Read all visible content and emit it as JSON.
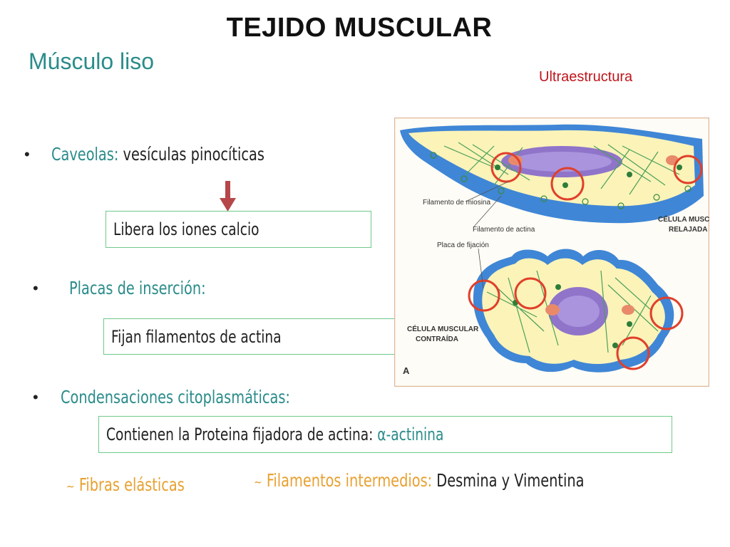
{
  "slide": {
    "title": "TEJIDO MUSCULAR",
    "subtitle": "Músculo liso",
    "ultra_label": "Ultraestructura"
  },
  "items": {
    "caveolas": {
      "bullet": "•",
      "term": "Caveolas:",
      "desc": " vesículas pinocíticas"
    },
    "caveolas_box": "Libera los iones calcio",
    "placas": {
      "bullet": "•",
      "term": "Placas de inserción:"
    },
    "placas_box": "Fijan filamentos de actina",
    "condensaciones": {
      "bullet": "•",
      "term": "Condensaciones citoplasmáticas:"
    },
    "cond_box": {
      "text": "Contienen la Proteina fijadora de actina: ",
      "highlight": "α-actinina"
    },
    "fibras": {
      "marker": "~",
      "text": "Fibras elásticas"
    },
    "filamentos": {
      "marker": "~",
      "term": "Filamentos intermedios:",
      "desc": " Desmina y Vimentina"
    }
  },
  "diagram": {
    "labels": {
      "miosina": "Filamento de miosina",
      "actina": "Filamento de actina",
      "relajada_1": "CÉLULA MUSCULAR",
      "relajada_2": "RELAJADA",
      "fijacion": "Placa de fijación",
      "contraida_1": "CÉLULA MUSCULAR",
      "contraida_2": "CONTRAÍDA",
      "panel": "A"
    }
  },
  "colors": {
    "teal": "#2a8c8a",
    "red": "#c0151b",
    "orange": "#e8a131",
    "box_border": "#6fc98a",
    "arrow": "#b5474a"
  }
}
